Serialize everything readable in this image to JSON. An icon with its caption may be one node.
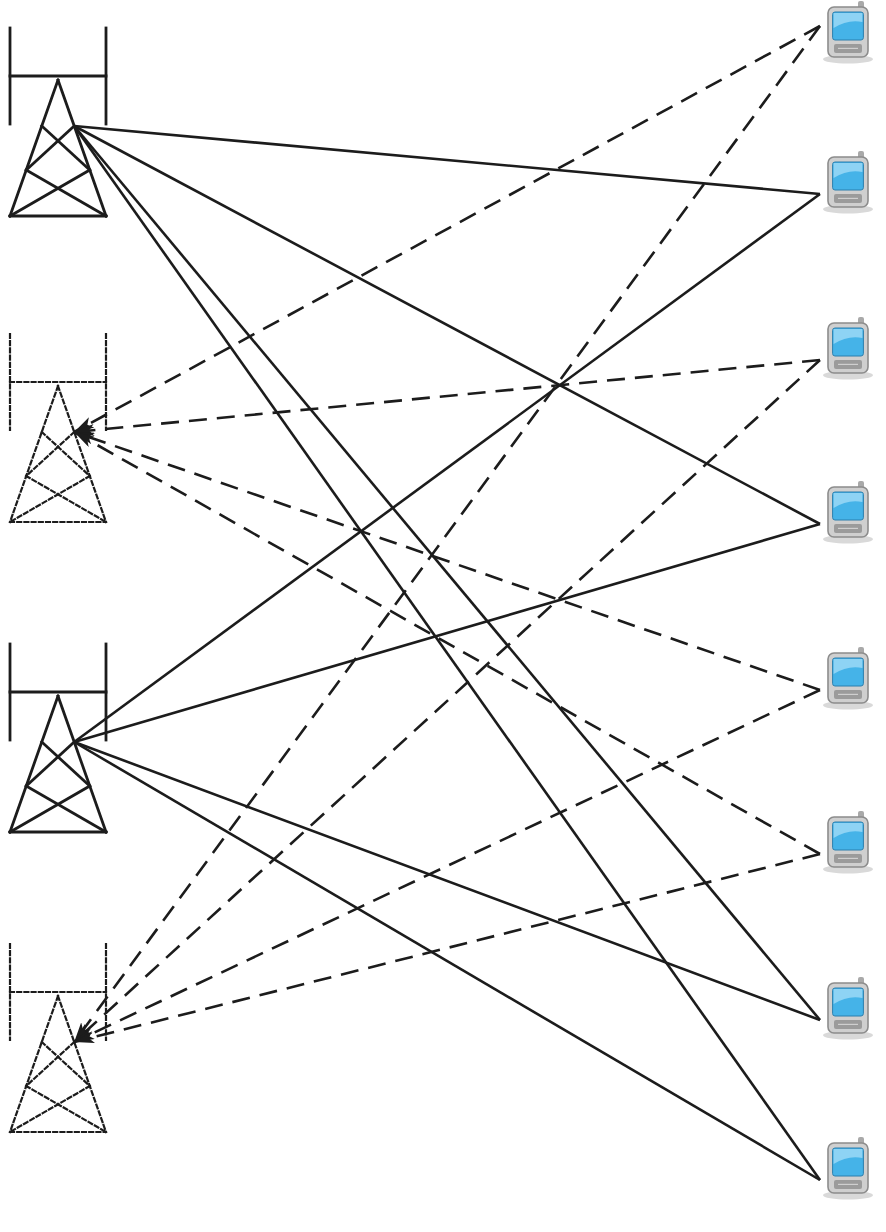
{
  "diagram": {
    "nodes": [
      {
        "text": [],
        "shape": "picture"
      },
      {
        "text": [],
        "shape": "picture"
      },
      {
        "text": [],
        "shape": "picture"
      },
      {
        "text": [],
        "shape": "picture"
      },
      {
        "text": [],
        "shape": "picture"
      },
      {
        "text": [],
        "shape": "picture"
      },
      {
        "text": [],
        "shape": "picture"
      },
      {
        "text": [],
        "shape": "picture"
      },
      {
        "text": [],
        "shape": "picture"
      },
      {
        "text": [],
        "shape": "picture"
      },
      {
        "text": [],
        "shape": "picture"
      },
      {
        "text": [],
        "shape": "picture"
      }
    ],
    "edges": [
      {
        "from": 0,
        "to": 5,
        "arrow": "none"
      },
      {
        "from": 0,
        "to": 7,
        "arrow": "none"
      },
      {
        "from": 0,
        "to": 10,
        "arrow": "none"
      },
      {
        "from": 0,
        "to": 11,
        "arrow": "none"
      },
      {
        "from": 2,
        "to": 5,
        "arrow": "none"
      },
      {
        "from": 2,
        "to": 7,
        "arrow": "none"
      },
      {
        "from": 2,
        "to": 10,
        "arrow": "none"
      },
      {
        "from": 2,
        "to": 11,
        "arrow": "none"
      },
      {
        "from": 4,
        "to": 1,
        "arrow": "to",
        "style": "dashed"
      },
      {
        "from": 6,
        "to": 1,
        "arrow": "to",
        "style": "dashed"
      },
      {
        "from": 8,
        "to": 1,
        "arrow": "to",
        "style": "dashed"
      },
      {
        "from": 9,
        "to": 1,
        "arrow": "to",
        "style": "dashed"
      },
      {
        "from": 4,
        "to": 3,
        "arrow": "to",
        "style": "dashed"
      },
      {
        "from": 6,
        "to": 3,
        "arrow": "to",
        "style": "dashed"
      },
      {
        "from": 8,
        "to": 3,
        "arrow": "to",
        "style": "dashed"
      },
      {
        "from": 9,
        "to": 3,
        "arrow": "to",
        "style": "dashed"
      }
    ]
  }
}
